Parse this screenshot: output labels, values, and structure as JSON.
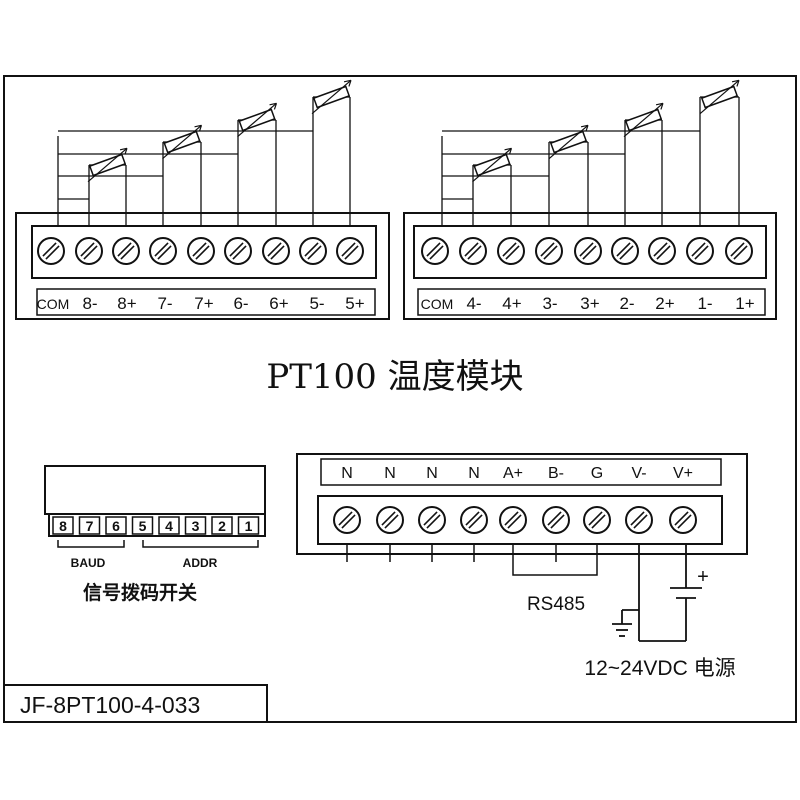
{
  "title": "PT100 温度模块",
  "left_block": {
    "terminals": [
      "COM",
      "8-",
      "8+",
      "7-",
      "7+",
      "6-",
      "6+",
      "5-",
      "5+"
    ]
  },
  "right_block": {
    "terminals": [
      "COM",
      "4-",
      "4+",
      "3-",
      "3+",
      "2-",
      "2+",
      "1-",
      "1+"
    ]
  },
  "power_block": {
    "terminals": [
      "N",
      "N",
      "N",
      "N",
      "A+",
      "B-",
      "G",
      "V-",
      "V+"
    ],
    "rs485_label": "RS485",
    "power_label": "12~24VDC 电源",
    "plus_sign": "+"
  },
  "dip_switch": {
    "positions": [
      "8",
      "7",
      "6",
      "5",
      "4",
      "3",
      "2",
      "1"
    ],
    "baud_label": "BAUD",
    "addr_label": "ADDR",
    "caption": "信号拨码开关"
  },
  "model_number": "JF-8PT100-4-033"
}
